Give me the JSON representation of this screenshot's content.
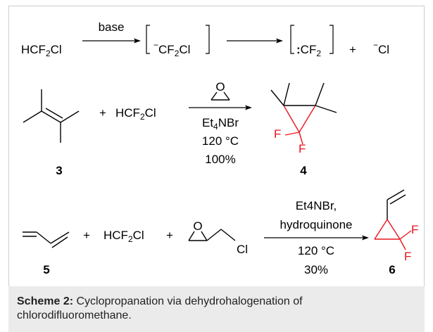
{
  "reaction1": {
    "reactant": "HCF2Cl",
    "reagent": "base",
    "intermediate": "[⁻CF2Cl]",
    "product": "[:CF2]",
    "plus": "+",
    "byproduct": "⁻Cl"
  },
  "reaction2": {
    "reactant_label": "3",
    "plus": "+",
    "reagent2": "HCF2Cl",
    "conditions": [
      "Et4NBr",
      "120 °C",
      "100%"
    ],
    "product_label": "4",
    "fluorine": "F"
  },
  "reaction3": {
    "reactant_label": "5",
    "plus": "+",
    "reagent2": "HCF2Cl",
    "chlorine": "Cl",
    "oxygen": "O",
    "conditions_above": [
      "Et4NBr,",
      "hydroquinone"
    ],
    "conditions_below": [
      "120 °C",
      "30%"
    ],
    "product_label": "6",
    "fluorine": "F"
  },
  "caption": {
    "label": "Scheme 2:",
    "text": "Cyclopropanation via dehydrohalogenation of chlorodifluoromethane."
  },
  "colors": {
    "highlight": "#e8141c",
    "border": "#cccccc",
    "caption_bg": "#ebebeb"
  }
}
